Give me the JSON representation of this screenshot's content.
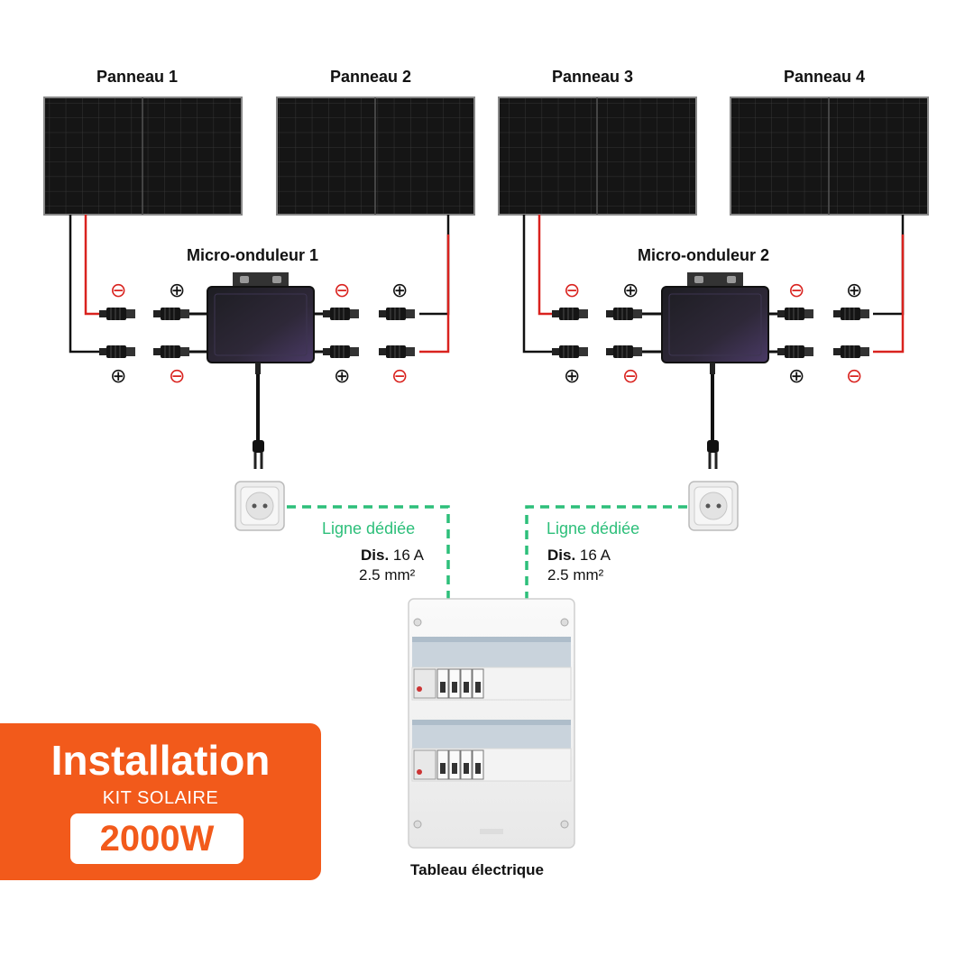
{
  "panels": [
    {
      "label": "Panneau 1"
    },
    {
      "label": "Panneau 2"
    },
    {
      "label": "Panneau 3"
    },
    {
      "label": "Panneau 4"
    }
  ],
  "inverters": [
    {
      "label": "Micro-onduleur 1"
    },
    {
      "label": "Micro-onduleur 2"
    }
  ],
  "symbols": {
    "plus": "⊕",
    "minus": "⊖"
  },
  "lines": [
    {
      "label": "Ligne dédiée",
      "breaker_prefix": "Dis.",
      "breaker_value": "16 A",
      "section": "2.5 mm²"
    },
    {
      "label": "Ligne dédiée",
      "breaker_prefix": "Dis.",
      "breaker_value": "16 A",
      "section": "2.5 mm²"
    }
  ],
  "panel_board": {
    "label": "Tableau électrique"
  },
  "badge": {
    "title": "Installation",
    "subtitle": "KIT SOLAIRE",
    "power": "2000W"
  },
  "colors": {
    "accent": "#f25a1b",
    "line_green": "#2dbf7a",
    "wire_red": "#d9221e",
    "wire_black": "#111111",
    "inverter": "#3a2f4a"
  }
}
